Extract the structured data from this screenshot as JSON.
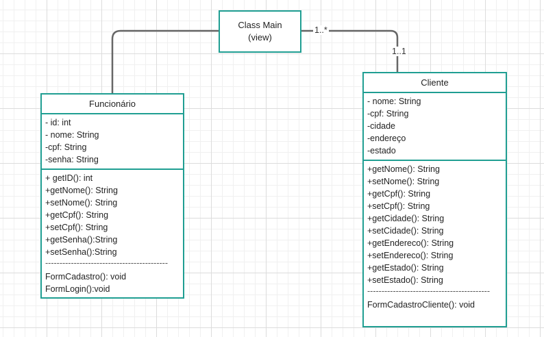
{
  "main_class": {
    "line1": "Class Main",
    "line2": "(view)"
  },
  "multiplicities": {
    "main_side": "1..*",
    "cliente_side": "1..1"
  },
  "funcionario": {
    "name": "Funcionário",
    "attributes": [
      "-  id: int",
      "- nome: String",
      "-cpf: String",
      "-senha: String"
    ],
    "methods": [
      "+ getID(): int",
      "+getNome(): String",
      "+setNome(): String",
      "+getCpf(): String",
      "+setCpf(): String",
      "+getSenha():String",
      "+setSenha():String"
    ],
    "separator": "-------------------------------------------",
    "extra_methods": [
      "FormCadastro(): void",
      "FormLogin():void"
    ]
  },
  "cliente": {
    "name": "Cliente",
    "attributes": [
      "- nome: String",
      "-cpf: String",
      "-cidade",
      "-endereço",
      "-estado"
    ],
    "methods": [
      "+getNome(): String",
      "+setNome(): String",
      "+getCpf(): String",
      "+setCpf(): String",
      "+getCidade(): String",
      "+setCidade(): String",
      "+getEndereco(): String",
      "+setEndereco(): String",
      "+getEstado(): String",
      "+setEstado(): String"
    ],
    "separator": "-------------------------------------------",
    "extra_methods": [
      "FormCadastroCliente(): void"
    ]
  },
  "colors": {
    "border": "#1f9e92",
    "connector": "#666666"
  }
}
